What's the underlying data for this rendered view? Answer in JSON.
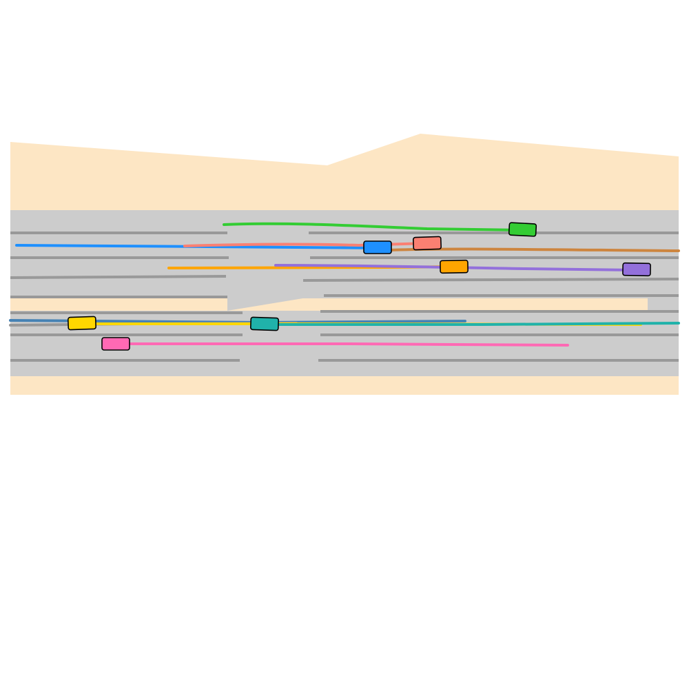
{
  "colors": {
    "background": "#ffffff",
    "offroad": "#fde6c4",
    "road": "#cccccc",
    "lane_marking": "#999999",
    "vehicle_outline": "#000000"
  },
  "vehicles": [
    {
      "id": "green",
      "color": "#33cc33"
    },
    {
      "id": "blue",
      "color": "#1e90ff"
    },
    {
      "id": "salmon",
      "color": "#fa8072"
    },
    {
      "id": "orange",
      "color": "#ffa500"
    },
    {
      "id": "purple",
      "color": "#9370db"
    },
    {
      "id": "yellow",
      "color": "#ffd700"
    },
    {
      "id": "teal",
      "color": "#20b2aa"
    },
    {
      "id": "pink",
      "color": "#ff69b4"
    }
  ],
  "trajectories": [
    {
      "id": "green",
      "color": "#33cc33"
    },
    {
      "id": "blue",
      "color": "#1e90ff"
    },
    {
      "id": "salmon",
      "color": "#fa8072"
    },
    {
      "id": "peru",
      "color": "#cd853f"
    },
    {
      "id": "orange",
      "color": "#ffa500"
    },
    {
      "id": "purple",
      "color": "#9370db"
    },
    {
      "id": "steel",
      "color": "#4682b4"
    },
    {
      "id": "gray",
      "color": "#999999"
    },
    {
      "id": "yellow",
      "color": "#ffd700"
    },
    {
      "id": "teal",
      "color": "#20b2aa"
    },
    {
      "id": "pink",
      "color": "#ff69b4"
    }
  ]
}
